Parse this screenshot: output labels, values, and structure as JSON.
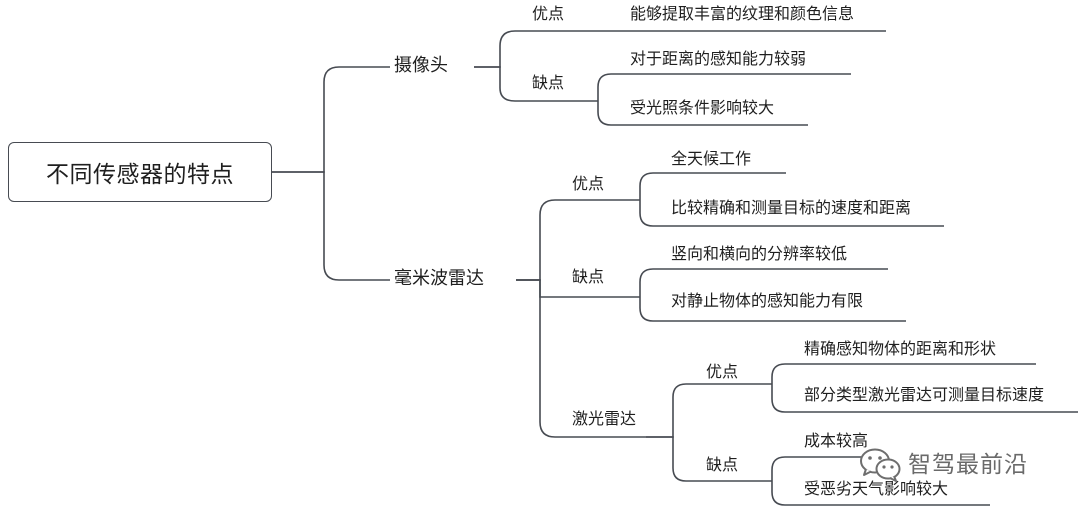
{
  "root": {
    "label": "不同传感器的特点"
  },
  "branches": [
    {
      "label": "摄像头",
      "groups": [
        {
          "label": "优点",
          "items": [
            "能够提取丰富的纹理和颜色信息"
          ]
        },
        {
          "label": "缺点",
          "items": [
            "对于距离的感知能力较弱",
            "受光照条件影响较大"
          ]
        }
      ]
    },
    {
      "label": "毫米波雷达",
      "groups": [
        {
          "label": "优点",
          "items": [
            "全天候工作",
            "比较精确和测量目标的速度和距离"
          ]
        },
        {
          "label": "缺点",
          "items": [
            "竖向和横向的分辨率较低",
            "对静止物体的感知能力有限"
          ]
        },
        {
          "label": "激光雷达",
          "groups": [
            {
              "label": "优点",
              "items": [
                "精确感知物体的距离和形状",
                "部分类型激光雷达可测量目标速度"
              ]
            },
            {
              "label": "缺点",
              "items": [
                "成本较高",
                "受恶劣天气影响较大"
              ]
            }
          ]
        }
      ]
    }
  ],
  "watermark": {
    "icon": "wechat-icon",
    "text": "智驾最前沿"
  },
  "colors": {
    "line": "#474b52",
    "text": "#1f1f1f",
    "watermark": "#6a6a6a"
  }
}
